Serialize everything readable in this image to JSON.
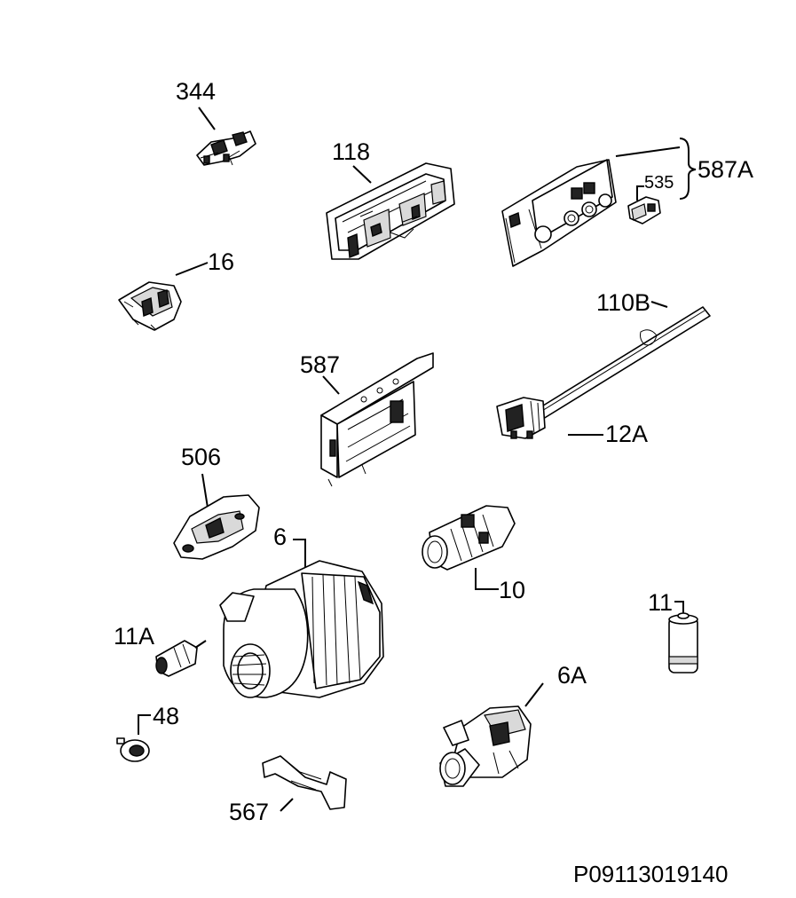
{
  "diagram": {
    "code": "P09113019140",
    "labels": {
      "l344": "344",
      "l118": "118",
      "l535": "535",
      "l587A": "587A",
      "l16": "16",
      "l110B": "110B",
      "l587": "587",
      "l12A": "12A",
      "l506": "506",
      "l6": "6",
      "l10": "10",
      "l11": "11",
      "l11A": "11A",
      "l6A": "6A",
      "l48": "48",
      "l567": "567"
    }
  }
}
